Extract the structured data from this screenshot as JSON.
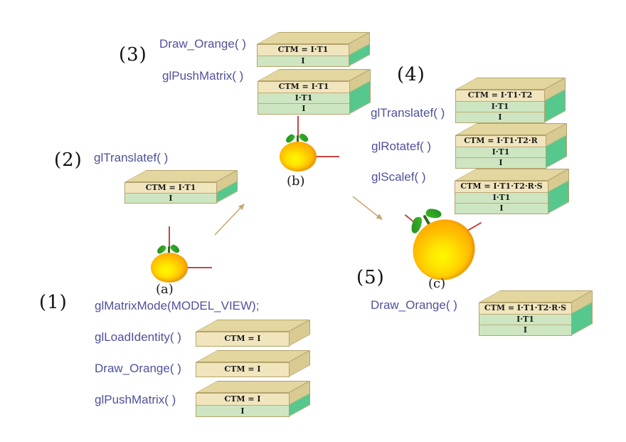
{
  "figure": {
    "description_labels": {
      "sec1": "(1)",
      "sec2": "(2)",
      "sec3": "(3)",
      "sec4": "(4)",
      "sec5": "(5)",
      "fig_a": "(a)",
      "fig_b": "(b)",
      "fig_c": "(c)"
    },
    "code": {
      "matrix_mode": "glMatrixMode(MODEL_VIEW);",
      "load_identity": "glLoadIdentity( )",
      "draw_orange_1": "Draw_Orange( )",
      "push_matrix_1": "glPushMatrix( )",
      "translate_2": "glTranslatef( )",
      "draw_orange_3": "Draw_Orange( )",
      "push_matrix_3": "glPushMatrix( )",
      "translate_4": "glTranslatef( )",
      "rotate_4": "glRotatef( )",
      "scale_4": "glScalef( )",
      "draw_orange_5": "Draw_Orange( )"
    },
    "stacks": {
      "s1a": {
        "layers": [
          "CTM = I"
        ]
      },
      "s1b": {
        "layers": [
          "CTM = I"
        ]
      },
      "s1c": {
        "layers": [
          "CTM = I",
          "I"
        ]
      },
      "s2": {
        "layers": [
          "CTM = I·T1",
          "I"
        ]
      },
      "s3a": {
        "layers": [
          "CTM = I·T1",
          "I"
        ]
      },
      "s3b": {
        "layers": [
          "CTM = I·T1",
          "I·T1",
          "I"
        ]
      },
      "s4a": {
        "layers": [
          "CTM = I·T1·T2",
          "I·T1",
          "I"
        ]
      },
      "s4b": {
        "layers": [
          "CTM = I·T1·T2·R",
          "I·T1",
          "I"
        ]
      },
      "s4c": {
        "layers": [
          "CTM = I·T1·T2·R·S",
          "I·T1",
          "I"
        ]
      },
      "s5": {
        "layers": [
          "CTM = I·T1·T2·R·S",
          "I·T1",
          "I"
        ]
      }
    },
    "colors": {
      "code_text": "#4f519b",
      "stack_front_tan": "#f0e5bd",
      "stack_top_tan": "#e3d69e",
      "stack_front_green": "#cde6c1",
      "stack_side_green": "#56c78d",
      "stack_side_tan": "#d8ca90",
      "axis_red": "#c64545",
      "arrow_tan": "#c9a771",
      "orange_center": "#fff800",
      "orange_edge": "#f59200"
    }
  }
}
